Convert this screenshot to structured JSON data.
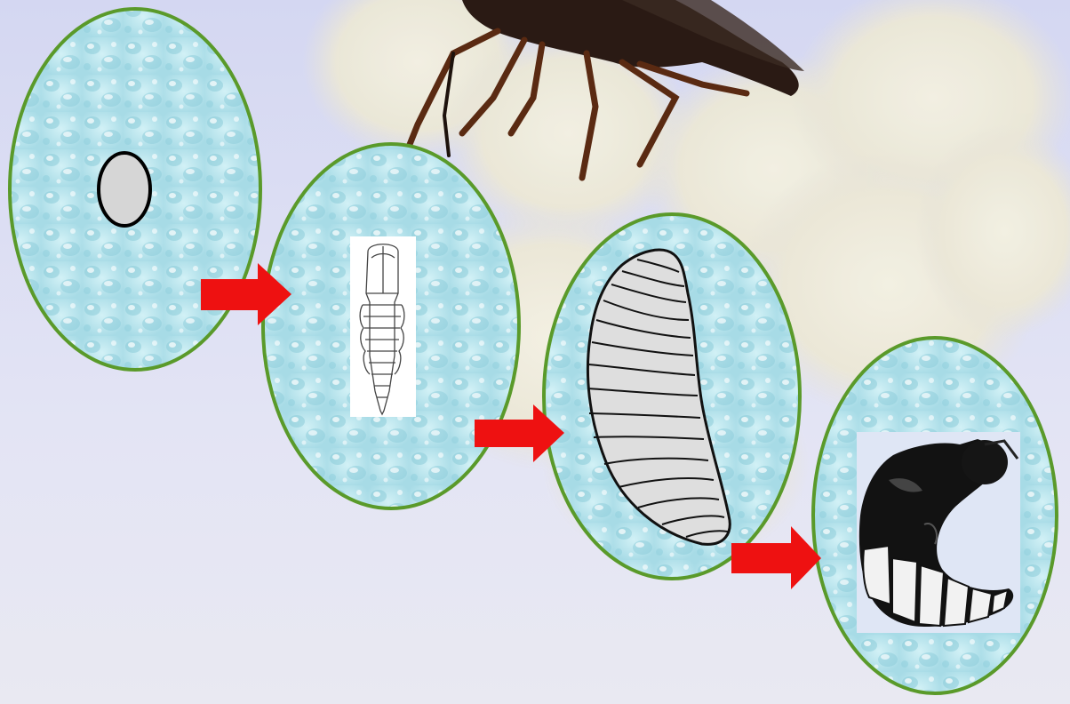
{
  "diagram": {
    "stages": [
      {
        "id": "egg",
        "icon": "egg-icon"
      },
      {
        "id": "first-instar-larva",
        "icon": "slender-larva-icon"
      },
      {
        "id": "mature-larva",
        "icon": "grub-larva-icon"
      },
      {
        "id": "pupa",
        "icon": "pupa-icon"
      }
    ],
    "arrows": [
      {
        "from": "egg",
        "to": "first-instar-larva"
      },
      {
        "from": "first-instar-larva",
        "to": "mature-larva"
      },
      {
        "from": "mature-larva",
        "to": "pupa"
      }
    ]
  },
  "colors": {
    "background": "#dfe0f5",
    "stage_fill": "#b9e6ef",
    "stage_border": "#5a9a2a",
    "arrow": "#ee1111",
    "egg_fill": "#d6d6d6",
    "larva_fill": "#dedede",
    "pupa_fill": "#121212"
  }
}
